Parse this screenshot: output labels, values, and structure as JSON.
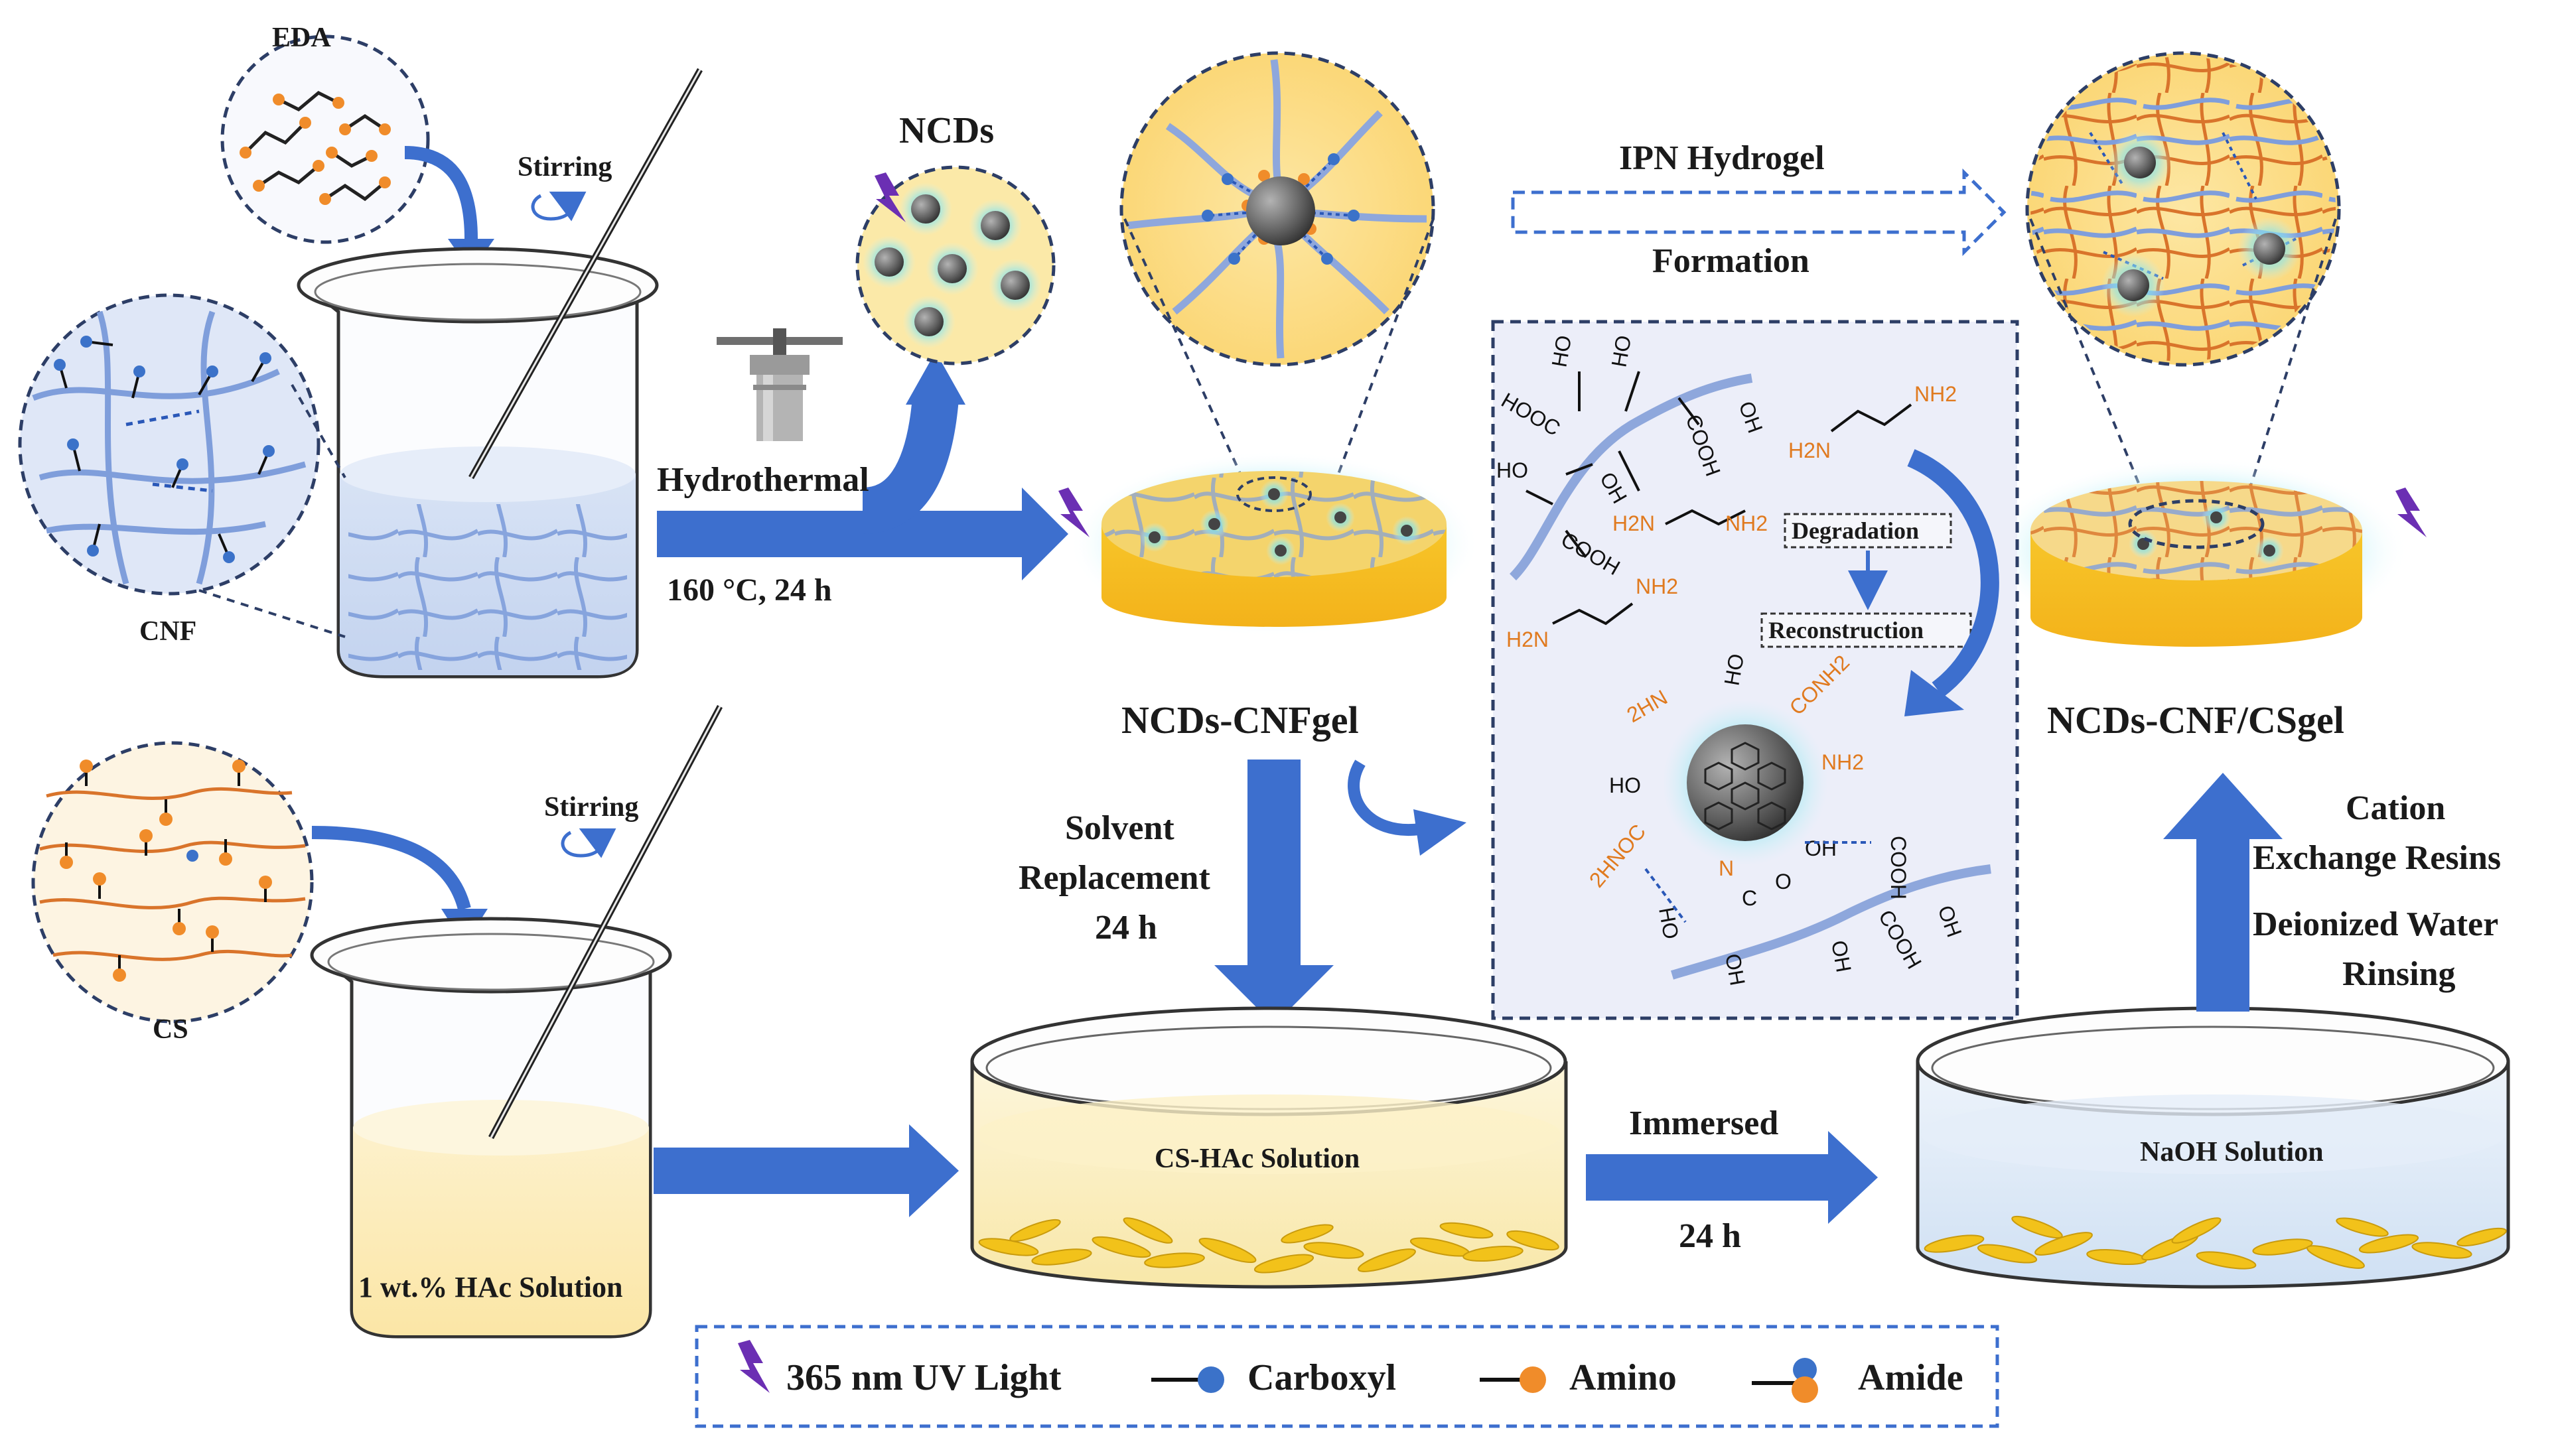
{
  "labels": {
    "eda": "EDA",
    "cnf": "CNF",
    "cs": "CS",
    "stirring_top": "Stirring",
    "stirring_bottom": "Stirring",
    "ncds": "NCDs",
    "hydrothermal": "Hydrothermal",
    "conditions": "160 °C, 24 h",
    "ncds_cnfgel": "NCDs-CNFgel",
    "ipn_line1": "IPN Hydrogel",
    "ipn_line2": "Formation",
    "final_gel": "NCDs-CNF/CSgel",
    "solvent_1": "Solvent",
    "solvent_2": "Replacement",
    "solvent_3": "24 h",
    "hac_solution": "1 wt.% HAc Solution",
    "cs_hac_solution": "CS-HAc Solution",
    "naoh_solution": "NaOH Solution",
    "immersed": "Immersed",
    "immersed_time": "24 h",
    "cation_1": "Cation",
    "cation_2": "Exchange Resins",
    "deion_1": "Deionized Water",
    "deion_2": "Rinsing",
    "degradation": "Degradation",
    "reconstruction": "Reconstruction"
  },
  "chem": {
    "ho": "HO",
    "cooh": "COOH",
    "hooc": "HOOC",
    "nh2": "NH2",
    "h2n": "H2N",
    "conh2": "CONH2",
    "hn2": "2HN",
    "hnoc": "2HNOC",
    "o": "O",
    "n": "N",
    "c": "C",
    "oh": "OH"
  },
  "legend": {
    "uv": "365 nm UV Light",
    "carboxyl": "Carboxyl",
    "amino": "Amino",
    "amide": "Amide"
  },
  "colors": {
    "arrow_blue": "#3d6fce",
    "fiber_blue": "#7f9edb",
    "chain_orange": "#d9742b",
    "gel_yellow": "#f7c62a",
    "dot_orange": "#f08c2a",
    "dot_blue": "#3b72c9",
    "uv_purple": "#6b2fb3"
  }
}
